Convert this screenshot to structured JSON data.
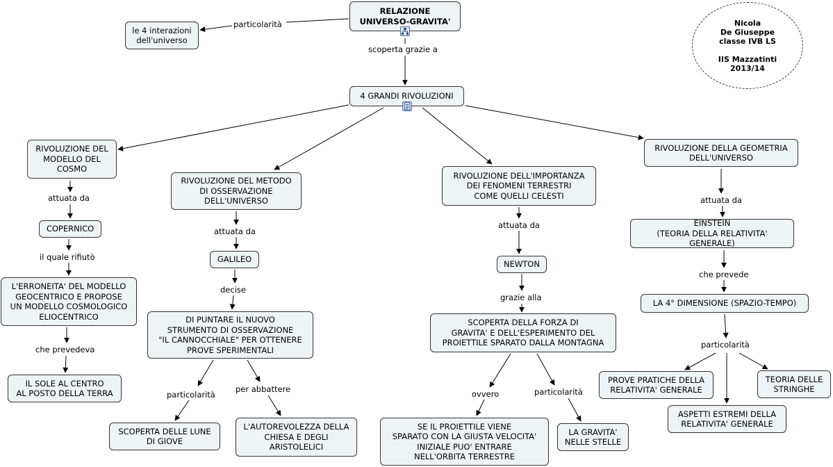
{
  "nodes": {
    "root": "RELAZIONE\nUNIVERSO-GRAVITA'",
    "interazioni": "le 4 interazioni\ndell'universo",
    "rivoluzioni": "4 GRANDI RIVOLUZIONI",
    "riv_cosmo": "RIVOLUZIONE DEL\nMODELLO DEL\nCOSMO",
    "riv_metodo": "RIVOLUZIONE DEL METODO\nDI OSSERVAZIONE\nDELL'UNIVERSO",
    "riv_fenomeni": "RIVOLUZIONE DELL'IMPORTANZA\nDEI FENOMENI TERRESTRI\nCOME QUELLI CELESTI",
    "riv_geometria": "RIVOLUZIONE DELLA GEOMETRIA\nDELL'UNIVERSO",
    "copernico": "COPERNICO",
    "erroneita": "L'ERRONEITA' DEL MODELLO\nGEOCENTRICO E PROPOSE\nUN MODELLO COSMOLOGICO\nELIOCENTRICO",
    "sole": "IL SOLE AL CENTRO\nAL POSTO DELLA TERRA",
    "galileo": "GALILEO",
    "cannocchiale": "DI PUNTARE IL NUOVO\nSTRUMENTO DI OSSERVAZIONE\n\"IL CANNOCCHIALE\" PER OTTENERE\nPROVE SPERIMENTALI",
    "lune": "SCOPERTA DELLE LUNE\nDI GIOVE",
    "autorevolezza": "L'AUTOREVOLEZZA DELLA\nCHIESA E DEGLI\nARISTOLELICI",
    "newton": "NEWTON",
    "forza": "SCOPERTA DELLA FORZA DI\nGRAVITA' E DELL'ESPERIMENTO DEL\nPROIETTILE SPARATO DALLA MONTAGNA",
    "proiettile": "SE IL PROIETTILE VIENE\nSPARATO CON LA GIUSTA VELOCITA'\nINIZIALE PUO' ENTRARE\nNELL'ORBITA TERRESTRE",
    "stelle": "LA GRAVITA'\nNELLE STELLE",
    "einstein": "EINSTEIN\n(TEORIA DELLA RELATIVITA' GENERALE)",
    "dimensione": "LA 4° DIMENSIONE (SPAZIO-TEMPO)",
    "prove": "PROVE PRATICHE DELLA\nRELATIVITA' GENERALE",
    "aspetti": "ASPETTI ESTREMI DELLA\nRELATIVITA' GENERALE",
    "stringhe": "TEORIA DELLE\nSTRINGHE"
  },
  "links": {
    "particolarita_root": "particolarità",
    "scoperta_grazie": "scoperta grazie a",
    "attuata_cosmo": "attuata da",
    "rifiuto": "il quale rifiutò",
    "prevedeva": "che prevedeva",
    "attuata_metodo": "attuata da",
    "decise": "decise",
    "particolarita_galileo": "particolarità",
    "abbattere": "per abbattere",
    "attuata_fenomeni": "attuata da",
    "grazie_alla": "grazie alla",
    "ovvero": "ovvero",
    "particolarita_newton": "particolarità",
    "attuata_geometria": "attuata da",
    "prevede": "che prevede",
    "particolarita_einstein": "particolarità"
  },
  "author": "Nicola\nDe Giuseppe\nclasse IVB LS\n\nIIS Mazzatinti\n2013/14",
  "icons": [
    "hierarchy-icon",
    "document-icon"
  ]
}
